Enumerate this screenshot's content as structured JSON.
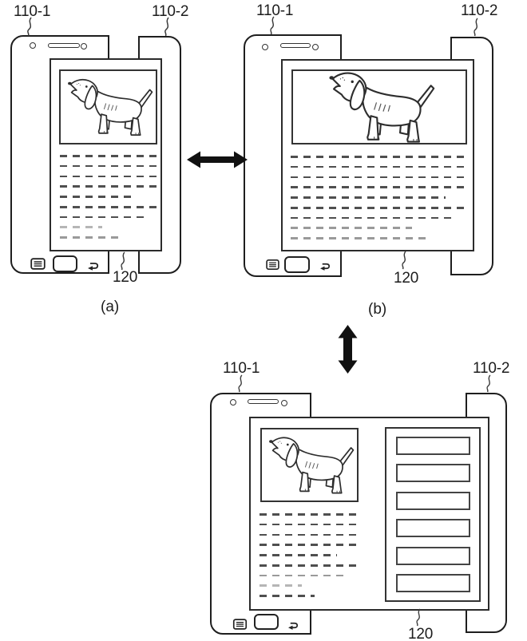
{
  "refs": {
    "front_panel": "110-1",
    "back_panel": "110-2",
    "display": "120"
  },
  "captions": {
    "a": "(a)",
    "b": "(b)"
  },
  "colors": {
    "line": "#1e1e1e",
    "arrow": "#111111",
    "dash_dark": "#4f4f4f",
    "dash_mid": "#9a9a9a",
    "dash_light": "#b6b6b6"
  },
  "icons": {
    "camera": "small-circle",
    "speaker": "slot-bar",
    "menu": "boxed-hamburger",
    "home": "rounded-rect-button",
    "back": "u-turn-arrow",
    "expand_horizontal": "double-headed-arrow",
    "expand_vertical": "double-headed-arrow",
    "photo": "dog-line-drawing"
  },
  "figures": {
    "a": {
      "text_lines": [
        {
          "width_pct": 100,
          "tone": "dark"
        },
        {
          "width_pct": 100,
          "tone": "dark"
        },
        {
          "width_pct": 100,
          "tone": "dark"
        },
        {
          "width_pct": 100,
          "tone": "dark"
        },
        {
          "width_pct": 76,
          "tone": "dark"
        },
        {
          "width_pct": 100,
          "tone": "dark"
        },
        {
          "width_pct": 86,
          "tone": "dark"
        },
        {
          "width_pct": 42,
          "tone": "light"
        },
        {
          "width_pct": 58,
          "tone": "mid"
        }
      ]
    },
    "b": {
      "text_lines": [
        {
          "width_pct": 100,
          "tone": "dark"
        },
        {
          "width_pct": 100,
          "tone": "dark"
        },
        {
          "width_pct": 100,
          "tone": "dark"
        },
        {
          "width_pct": 100,
          "tone": "dark"
        },
        {
          "width_pct": 87,
          "tone": "dark"
        },
        {
          "width_pct": 100,
          "tone": "dark"
        },
        {
          "width_pct": 92,
          "tone": "dark"
        },
        {
          "width_pct": 68,
          "tone": "mid"
        },
        {
          "width_pct": 76,
          "tone": "mid"
        }
      ]
    },
    "c": {
      "list_item_count": 6,
      "text_lines": [
        {
          "width_pct": 100,
          "tone": "dark"
        },
        {
          "width_pct": 100,
          "tone": "dark"
        },
        {
          "width_pct": 100,
          "tone": "dark"
        },
        {
          "width_pct": 100,
          "tone": "dark"
        },
        {
          "width_pct": 78,
          "tone": "dark"
        },
        {
          "width_pct": 100,
          "tone": "dark"
        },
        {
          "width_pct": 89,
          "tone": "mid"
        },
        {
          "width_pct": 43,
          "tone": "light"
        },
        {
          "width_pct": 56,
          "tone": "dark"
        }
      ]
    }
  }
}
